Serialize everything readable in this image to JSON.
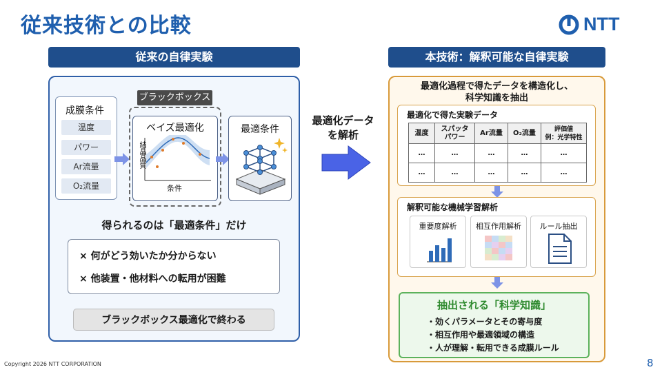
{
  "title": "従来技術との比較",
  "logo": {
    "text": "NTT"
  },
  "left": {
    "header": "従来の自律実験",
    "conditions": {
      "title": "成膜条件",
      "items": [
        "温度",
        "パワー",
        "Ar流量",
        "O₂流量"
      ]
    },
    "blackbox_label": "ブラックボックス",
    "bayes": {
      "title": "ベイズ最適化",
      "ylabel": "結晶品質",
      "xlabel": "条件"
    },
    "optimal": {
      "title": "最適条件"
    },
    "result_text": "得られるのは「最適条件」だけ",
    "cons": [
      "× 何がどう効いたか分からない",
      "× 他装置・他材料への転用が困難"
    ],
    "ending": "ブラックボックス最適化で終わる"
  },
  "arrow_text": [
    "最適化データ",
    "を解析"
  ],
  "right": {
    "header": "本技術：解釈可能な自律実験",
    "intro": [
      "最適化過程で得たデータを構造化し、",
      "科学知識を抽出"
    ],
    "data_title": "最適化で得た実験データ",
    "table": {
      "headers": [
        "温度",
        "スパッタ\nパワー",
        "Ar流量",
        "O₂流量",
        "評価値\n例：光学特性"
      ],
      "rows": [
        [
          "…",
          "…",
          "…",
          "…",
          "…"
        ],
        [
          "…",
          "…",
          "…",
          "…",
          "…"
        ]
      ]
    },
    "ml_title": "解釈可能な機械学習解析",
    "ml_cards": [
      "重要度解析",
      "相互作用解析",
      "ルール抽出"
    ],
    "knowledge_title": "抽出される「科学知識」",
    "knowledge_items": [
      "・効くパラメータとその寄与度",
      "・相互作用や最適領域の構造",
      "・人が理解・転用できる成膜ルール"
    ]
  },
  "footer": {
    "copyright": "Copyright 2026 NTT CORPORATION",
    "page": "8"
  },
  "colors": {
    "brand": "#1f5fae",
    "header_bg": "#1f4e8c",
    "orange": "#d89a3a",
    "green": "#5cb25c",
    "arrow": "#4a63e6"
  }
}
